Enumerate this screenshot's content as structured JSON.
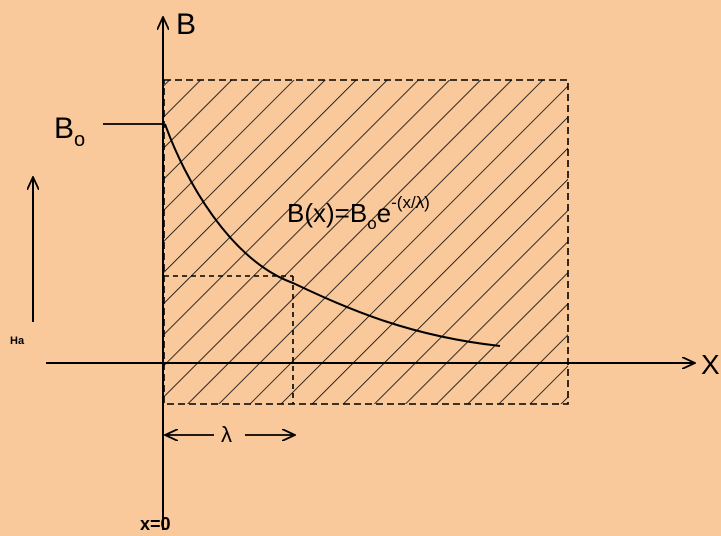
{
  "background_color": "#f9c89b",
  "ink_color": "#000000",
  "labels": {
    "y_axis": "B",
    "x_axis": "X",
    "b0": "B",
    "b0_sub": "o",
    "formula_lhs": "B(x)=B",
    "formula_sub": "o",
    "formula_e": "e",
    "formula_exp": "-(x/λ)",
    "lambda": "λ",
    "applied_field": "Ha",
    "origin": "x=0"
  }
}
